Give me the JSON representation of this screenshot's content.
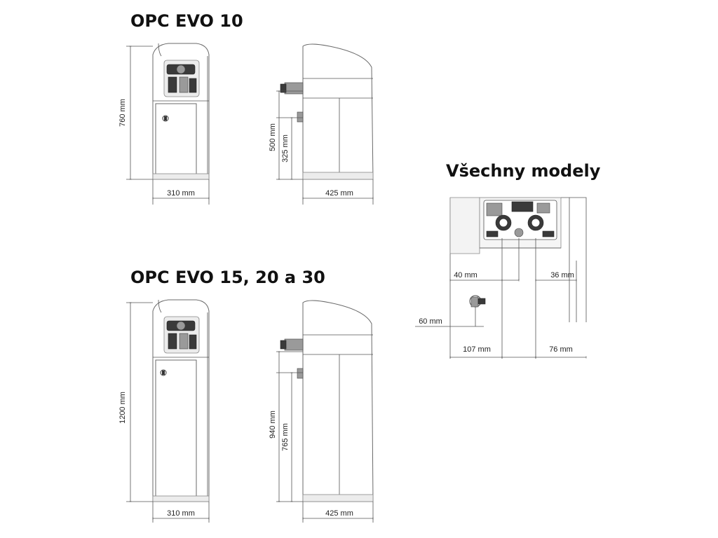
{
  "headings": {
    "evo10": "OPC EVO 10",
    "evo15": "OPC EVO 15, 20 a 30",
    "all": "Všechny modely"
  },
  "dims": {
    "evo10": {
      "height": "760 mm",
      "width": "310 mm",
      "inlet_height": "500 mm",
      "outlet_height": "325 mm",
      "depth": "425 mm"
    },
    "evo15": {
      "height": "1200 mm",
      "width": "310 mm",
      "inlet_height": "940 mm",
      "outlet_height": "765 mm",
      "depth": "425 mm"
    },
    "all": {
      "left_offset": "40 mm",
      "right_offset": "36 mm",
      "drain_height": "60 mm",
      "left_distance": "107 mm",
      "right_distance": "76 mm"
    }
  },
  "icons": {
    "valve": "valve-head-icon",
    "lock": "lock-icon",
    "connector": "hose-connector-icon",
    "drain": "drain-fitting-icon"
  }
}
